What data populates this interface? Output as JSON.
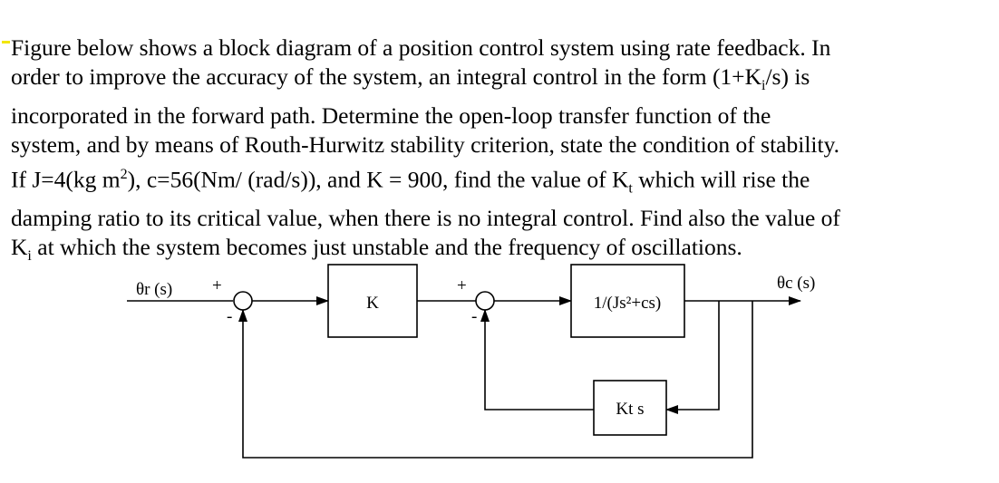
{
  "problem": {
    "line1": "Figure below shows a block diagram of a position control system using rate feedback. In",
    "line2": "order to improve the accuracy of the system, an integral control in the form (1+K",
    "ki_sub": "i",
    "line2_end": "/s) is",
    "line3": "incorporated in the forward path. Determine the open-loop transfer function of the",
    "line4": "system, and by means of Routh-Hurwitz stability criterion, state the condition of stability.",
    "line5_a": "If J=4(kg m",
    "line5_sup": "2",
    "line5_b": "), c=56(Nm/ (rad/s)), and K = 900, find the value of K",
    "kt_sub": "t",
    "line5_c": " which will rise the",
    "line6": "damping ratio to its critical value, when there is no integral control. Find also the value of",
    "line7_a": "K",
    "line7_sub": "i",
    "line7_b": " at which the system becomes just unstable and the frequency of oscillations."
  },
  "diagram": {
    "input_label": "θr (s)",
    "output_label": "θc (s)",
    "block_k": "K",
    "block_plant": "1/(Js²+cs)",
    "block_feedback": "Kt s",
    "plus_sign": "+",
    "minus_sign": "-"
  }
}
